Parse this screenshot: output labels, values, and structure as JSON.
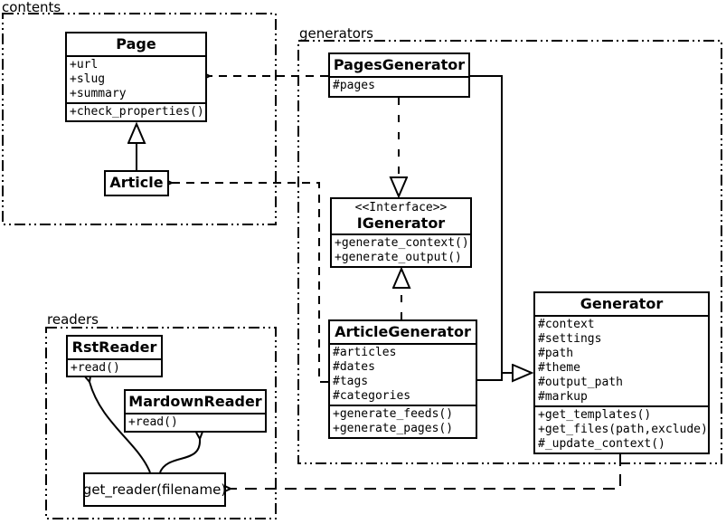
{
  "packages": {
    "contents": {
      "label": "contents"
    },
    "generators": {
      "label": "generators"
    },
    "readers": {
      "label": "readers"
    }
  },
  "classes": {
    "page": {
      "name": "Page",
      "attributes": [
        "+url",
        "+slug",
        "+summary"
      ],
      "methods": [
        "+check_properties()"
      ]
    },
    "article": {
      "name": "Article"
    },
    "pages_generator": {
      "name": "PagesGenerator",
      "attributes": [
        "#pages"
      ]
    },
    "igenerator": {
      "stereotype": "<<Interface>>",
      "name": "IGenerator",
      "methods": [
        "+generate_context()",
        "+generate_output()"
      ]
    },
    "article_generator": {
      "name": "ArticleGenerator",
      "attributes": [
        "#articles",
        "#dates",
        "#tags",
        "#categories"
      ],
      "methods": [
        "+generate_feeds()",
        "+generate_pages()"
      ]
    },
    "generator": {
      "name": "Generator",
      "attributes": [
        "#context",
        "#settings",
        "#path",
        "#theme",
        "#output_path",
        "#markup"
      ],
      "methods": [
        "+get_templates()",
        "+get_files(path,exclude)",
        "#_update_context()"
      ]
    },
    "rst_reader": {
      "name": "RstReader",
      "methods": [
        "+read()"
      ]
    },
    "mardown_reader": {
      "name": "MardownReader",
      "methods": [
        "+read()"
      ]
    },
    "get_reader": {
      "label": "get_reader(filename)"
    }
  },
  "relationships": [
    {
      "from": "Article",
      "to": "Page",
      "type": "inheritance"
    },
    {
      "from": "PagesGenerator",
      "to": "Page",
      "type": "dependency"
    },
    {
      "from": "ArticleGenerator",
      "to": "Article",
      "type": "dependency"
    },
    {
      "from": "PagesGenerator",
      "to": "IGenerator",
      "type": "realization"
    },
    {
      "from": "ArticleGenerator",
      "to": "IGenerator",
      "type": "realization"
    },
    {
      "from": "PagesGenerator",
      "to": "Generator",
      "type": "inheritance"
    },
    {
      "from": "ArticleGenerator",
      "to": "Generator",
      "type": "inheritance"
    },
    {
      "from": "Generator",
      "to": "get_reader(filename)",
      "type": "dependency"
    },
    {
      "from": "get_reader(filename)",
      "to": "RstReader",
      "type": "call"
    },
    {
      "from": "get_reader(filename)",
      "to": "MardownReader",
      "type": "call"
    }
  ],
  "colors": {
    "line": "#000000",
    "background": "#ffffff",
    "box_fill": "#ffffff"
  }
}
